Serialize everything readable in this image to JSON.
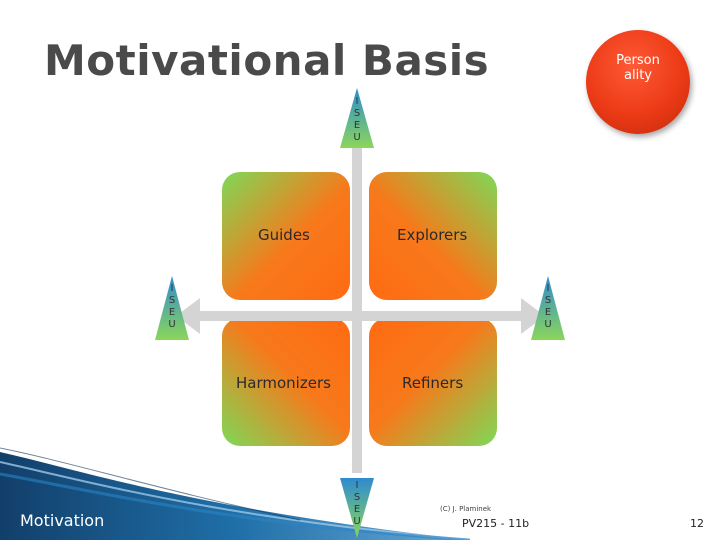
{
  "slide": {
    "title": "Motivational Basis",
    "person_circle_label": "Person ality",
    "quadrants": {
      "top_left": "Guides",
      "top_right": "Explorers",
      "bottom_left": "Harmonizers",
      "bottom_right": "Refiners"
    },
    "arrow_tips": {
      "top": [
        "I",
        "S",
        "E",
        "U"
      ],
      "left": [
        "I",
        "S",
        "E",
        "U"
      ],
      "right": [
        "I",
        "S",
        "E",
        "U"
      ],
      "bottom": [
        "I",
        "S",
        "E",
        "U"
      ]
    },
    "footer": {
      "section": "Motivation",
      "copyright": "(C) J. Plaminek",
      "course": "PV215 - 11b",
      "page_number": "12"
    }
  },
  "colors": {
    "title": "#4a4a4a",
    "person_circle": "#ec3a16",
    "quadrant_orange": "#ff6b12",
    "quadrant_green": "#7ed957",
    "arrow_gray": "#d4d4d4",
    "wave_blue": "#1f6fa8"
  }
}
